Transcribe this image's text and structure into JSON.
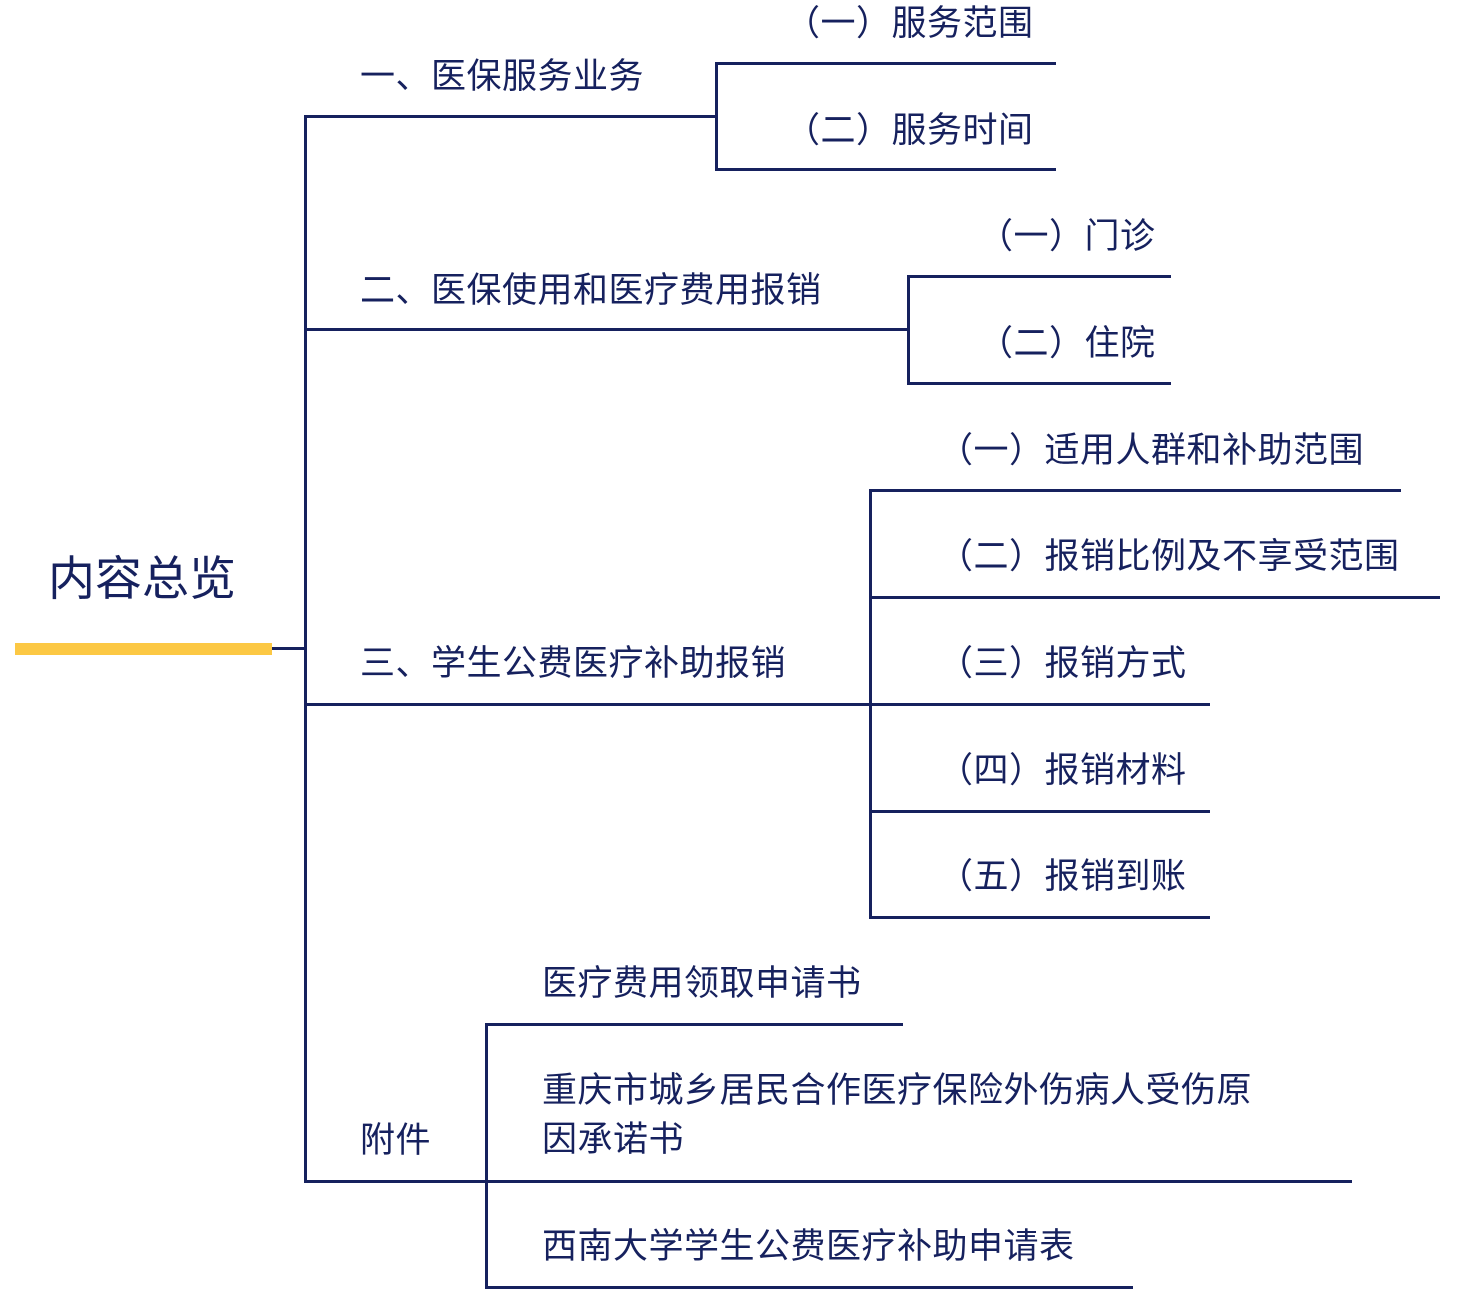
{
  "root": {
    "title": "内容总览"
  },
  "colors": {
    "line": "#16215e",
    "accent": "#fcc844"
  },
  "branches": [
    {
      "label": "一、医保服务业务",
      "children": [
        "（一）服务范围",
        "（二）服务时间"
      ]
    },
    {
      "label": "二、医保使用和医疗费用报销",
      "children": [
        "（一）门诊",
        "（二）住院"
      ]
    },
    {
      "label": "三、学生公费医疗补助报销",
      "children": [
        "（一）适用人群和补助范围",
        "（二）报销比例及不享受范围",
        "（三）报销方式",
        "（四）报销材料",
        "（五）报销到账"
      ]
    },
    {
      "label": "附件",
      "children": [
        "医疗费用领取申请书",
        "重庆市城乡居民合作医疗保险外伤病人受伤原",
        "因承诺书",
        "西南大学学生公费医疗补助申请表"
      ]
    }
  ]
}
